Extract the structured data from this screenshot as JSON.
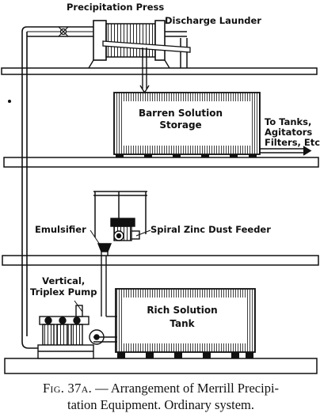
{
  "diagram": {
    "labels": {
      "precipitation_press": "Precipitation Press",
      "discharge_launder": "Discharge Launder",
      "barren_solution_storage_line1": "Barren Solution",
      "barren_solution_storage_line2": "Storage",
      "to_tanks_line1": "To Tanks,",
      "to_tanks_line2": "Agitators",
      "to_tanks_line3": "Filters, Etc.",
      "emulsifier": "Emulsifier",
      "spiral_zinc_dust_feeder": "Spiral Zinc Dust Feeder",
      "vertical_triplex_pump_line1": "Vertical,",
      "vertical_triplex_pump_line2": "Triplex Pump",
      "rich_solution_tank_line1": "Rich Solution",
      "rich_solution_tank_line2": "Tank"
    }
  },
  "caption": {
    "figure_number": "Fig. 37a.",
    "line1_text": "— Arrangement of Merrill Precipi-",
    "line2_text": "tation Equipment.   Ordinary system."
  }
}
